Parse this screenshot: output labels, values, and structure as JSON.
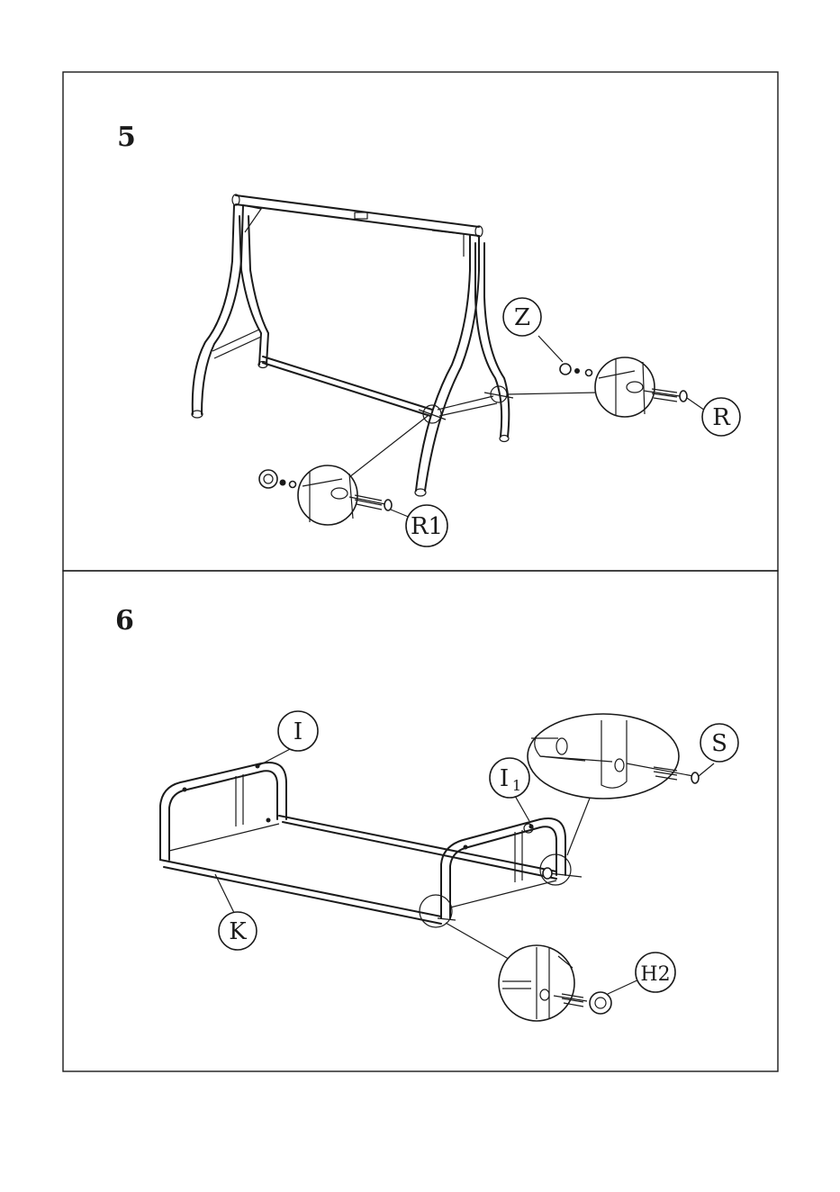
{
  "steps": [
    {
      "number": "5",
      "callouts": [
        "Z",
        "R",
        "R1"
      ]
    },
    {
      "number": "6",
      "callouts": [
        "I",
        "K",
        "S",
        "H2"
      ],
      "callout_i1": {
        "main": "I",
        "sub": "1"
      }
    }
  ],
  "colors": {
    "ink": "#1a1a1a",
    "paper": "#ffffff"
  }
}
